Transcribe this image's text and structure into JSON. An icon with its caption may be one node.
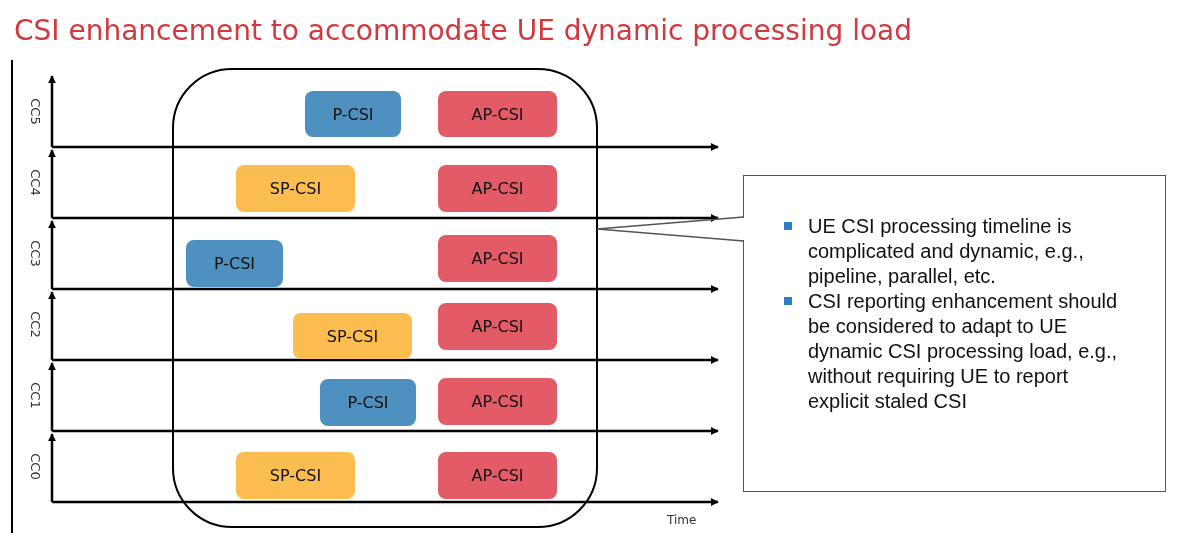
{
  "diagram": {
    "title": "CSI enhancement to accommodate UE dynamic processing load",
    "nodes": [
      {
        "text": [],
        "shape": "box"
      },
      {
        "text": [
          "P-CSI"
        ],
        "in": 0
      },
      {
        "text": [
          "AP-CSI"
        ],
        "in": 0
      },
      {
        "text": [
          "SP-CSI"
        ],
        "in": 0
      },
      {
        "text": [
          "AP-CSI"
        ],
        "in": 0
      },
      {
        "text": [
          "P-CSI"
        ],
        "in": 0
      },
      {
        "text": [
          "AP-CSI"
        ],
        "in": 0
      },
      {
        "text": [
          "SP-CSI"
        ],
        "in": 0
      },
      {
        "text": [
          "AP-CSI"
        ],
        "in": 0
      },
      {
        "text": [
          "P-CSI"
        ],
        "in": 0
      },
      {
        "text": [
          "AP-CSI"
        ],
        "in": 0
      },
      {
        "text": [
          "SP-CSI"
        ],
        "in": 0
      },
      {
        "text": [
          "AP-CSI"
        ],
        "in": 0
      },
      {
        "text": [
          "UE CSI processing timeline is complicated and dynamic, e.g., pipeline, parallel, etc.",
          "CSI reporting enhancement should be considered to adapt to UE dynamic CSI processing load, e.g., without requiring UE to report explicit staled CSI"
        ]
      }
    ],
    "edges": [
      {
        "from": 13,
        "to": 0,
        "arrow": "none"
      }
    ],
    "labels": [
      "CC5",
      "CC4",
      "CC3",
      "CC2",
      "CC1",
      "CC0",
      "Time"
    ]
  }
}
